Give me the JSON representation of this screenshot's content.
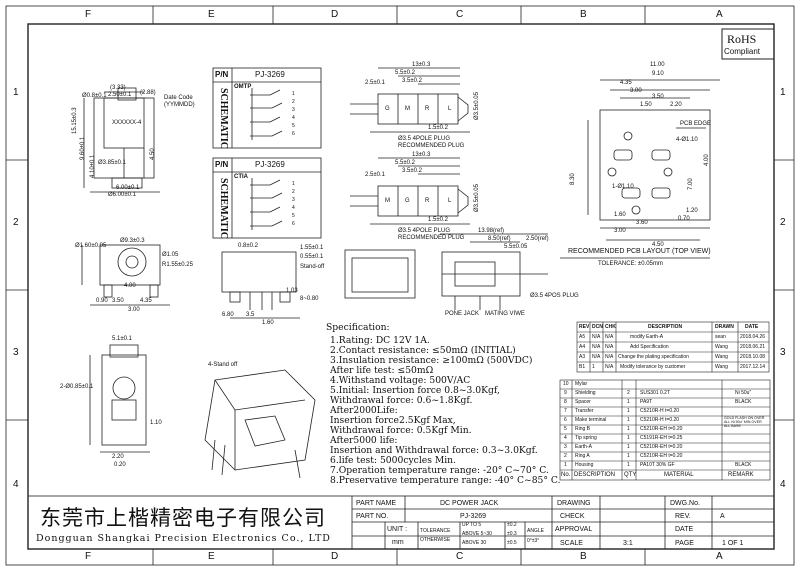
{
  "frame": {
    "columns": [
      "F",
      "E",
      "D",
      "C",
      "B",
      "A"
    ],
    "rows": [
      "1",
      "2",
      "3",
      "4"
    ]
  },
  "rohs": {
    "line1": "RoHS",
    "line2": "Compliant"
  },
  "front_view": {
    "dims": [
      "(3.33)",
      "2.50±0.1",
      "(2.88)",
      "Ø0.8±0.1",
      "15.15±0.3",
      "9.60±0.1",
      "4.10±0.1",
      "4.50",
      "6.00±0.1",
      "Ø6.00±0.1",
      "Ø3.85±0.1"
    ],
    "date_code_label": "Date Code",
    "date_code_format": "(YYMMDD)",
    "date_code_value": "XXXXXX-4"
  },
  "schematic_omtp": {
    "pn_label": "P/N",
    "pn": "PJ-3269",
    "mode": "OMTP",
    "title": "SCHEMATIC",
    "pins": [
      "1",
      "2",
      "3",
      "4",
      "5",
      "6"
    ]
  },
  "schematic_ctia": {
    "pn_label": "P/N",
    "pn": "PJ-3269",
    "mode": "CTIA",
    "title": "SCHEMATIC",
    "pins": [
      "1",
      "2",
      "3",
      "4",
      "5",
      "6"
    ]
  },
  "plug_omtp": {
    "dims": [
      "13±0.3",
      "5.5±0.2",
      "3.5±0.2",
      "2.5±0.1",
      "1.5±0.2",
      "Ø3.5±0.05",
      "Ø3.5 4POLE PLUG",
      "RECOMMENDED PLUG"
    ],
    "labels": [
      "G",
      "M",
      "R",
      "L"
    ]
  },
  "plug_ctia": {
    "dims": [
      "13±0.3",
      "5.5±0.2",
      "3.5±0.2",
      "2.5±0.1",
      "1.5±0.2",
      "Ø3.5±0.05",
      "Ø3.5 4POLE PLUG",
      "RECOMMENDED PLUG"
    ],
    "labels": [
      "M",
      "G",
      "R",
      "L"
    ]
  },
  "pcb_layout": {
    "dims": [
      "11.00",
      "9.10",
      "4.35",
      "3.00",
      "3.50",
      "1.50",
      "2.20",
      "4.00",
      "8.30",
      "7.00",
      "1.60",
      "3.60",
      "4.50",
      "1.20",
      "0.70",
      "3.00",
      "4-Ø1.10",
      "1-Ø1.10"
    ],
    "edge_label": "PCB EDGE",
    "title": "RECOMMENDED PCB LAYOUT (TOP VIEW)",
    "tolerance": "TOLERANCE: ±0.05mm"
  },
  "bottom_view": {
    "dims": [
      "Ø1.60±0.05",
      "Ø9.3±0.3",
      "Ø1.05",
      "R1.55±0.25",
      "3.50",
      "0.90",
      "4.35",
      "3.00",
      "4.00"
    ]
  },
  "side_view": {
    "dims": [
      "0.8±0.2",
      "1.55±0.1",
      "0.55±0.1",
      "6.80",
      "3.5",
      "1.03",
      "1.60",
      "8~0.80",
      "Stand-off"
    ]
  },
  "side_view2": {
    "labels": [
      "13.98(ref)",
      "8.50(ref)",
      "5.5±0.05",
      "2.50(ref)",
      "Ø3.5 4POS PLUG",
      "PONE JACK",
      "MATING VIWE"
    ]
  },
  "iso_view": {
    "label": "4-Stand off",
    "dims": [
      "5.1±0.1",
      "2-Ø0.85±0.1",
      "2.20",
      "0.20",
      "1.10"
    ]
  },
  "spec": {
    "title": "Specification:",
    "lines": [
      "1.Rating: DC 12V 1A.",
      "2.Contact resistance: ≤50mΩ (INITIAL)",
      "3.Insulation resistance: ≥100mΩ (500VDC)",
      "   After life test: ≤50mΩ",
      "4.Withstand voltage: 500V/AC",
      "5.Initial: Insertion force 0.8~3.0Kgf,",
      "   Withdrawal force: 0.6~1.8Kgf.",
      "   After2000Life:",
      "   Insertion force2.5Kgf Max,",
      "   Withdrawal force: 0.5Kgf Min.",
      "   After5000 life:",
      "   Insertion and Withdrawal force: 0.3~3.0Kgf.",
      "6.life test: 5000cycles Min.",
      "7.Operation temperature range: -20° C~70° C.",
      "8.Preservative temperature range: -40° C~85° C."
    ]
  },
  "revisions": {
    "header": [
      "REV",
      "DCN",
      "CHK",
      "DESCRIPTION",
      "DRAWN",
      "DATE"
    ],
    "rows": [
      [
        "A5",
        "N/A",
        "N/A",
        "modify Earth-A",
        "sean",
        "2018.04.26"
      ],
      [
        "A4",
        "N/A",
        "N/A",
        "Add Specification",
        "Wang",
        "2018.06.21"
      ],
      [
        "A3",
        "N/A",
        "N/A",
        "Change the plating specification",
        "Wang",
        "2018.10.08"
      ],
      [
        "B1",
        "1",
        "N/A",
        "Modify tolerance by customer",
        "Wang",
        "2017.12.14"
      ]
    ]
  },
  "bom": {
    "rows": [
      [
        "10",
        "Mylar",
        "",
        "",
        ""
      ],
      [
        "9",
        "Shielding",
        "2",
        "SUS301 0.2T",
        "Ni 50u\""
      ],
      [
        "8",
        "Spacer",
        "1",
        "PA9T",
        "BLACK"
      ],
      [
        "7",
        "Transfer",
        "1",
        "C5210R-H t=0.20",
        ""
      ],
      [
        "6",
        "Make terminal",
        "1",
        "C5210R-H t=0.20",
        "GOLD FLASH ON OVER ALL Ni 50u\" MIN OVER ALL BASE"
      ],
      [
        "5",
        "Ring B",
        "1",
        "C5210R-EH t=0.20",
        ""
      ],
      [
        "4",
        "Tip spring",
        "1",
        "C5191R-EH t=0.25",
        ""
      ],
      [
        "3",
        "Earth-A",
        "1",
        "C5210R-EH t=0.20",
        ""
      ],
      [
        "2",
        "Ring A",
        "1",
        "C5210R-EH t=0.20",
        ""
      ],
      [
        "1",
        "Housing",
        "1",
        "PA10T 30% GF",
        "BLACK"
      ]
    ],
    "header": [
      "No.",
      "DESCRIPTION",
      "QTY",
      "MATERIAL",
      "REMARK"
    ]
  },
  "company": {
    "cn": "东莞市上楷精密电子有限公司",
    "en": "Dongguan Shangkai Precision Electronics Co., LTD"
  },
  "title_block": {
    "part_name_label": "PART NAME",
    "part_name": "DC POWER JACK",
    "part_no_label": "PART NO.",
    "part_no": "PJ-3269",
    "unit_label": "UNIT :",
    "unit": "mm",
    "tolerance_label": "TOLERANCE",
    "otherwise_label": "OTHERWISE",
    "tol_rows": [
      [
        "UP TO 5",
        "±0.2"
      ],
      [
        "ABOVE 5~30",
        "±0.3"
      ],
      [
        "ABOVE 30",
        "±0.5"
      ]
    ],
    "angle_label": "ANGLE",
    "angle": "0°±3°",
    "drawing": "DRAWING",
    "check": "CHECK",
    "approval": "APPROVAL",
    "scale_label": "SCALE",
    "scale": "3:1",
    "dwg_no": "DWG.No.",
    "rev_label": "REV.",
    "rev": "A",
    "date_label": "DATE",
    "page_label": "PAGE",
    "page": "1 OF 1"
  }
}
